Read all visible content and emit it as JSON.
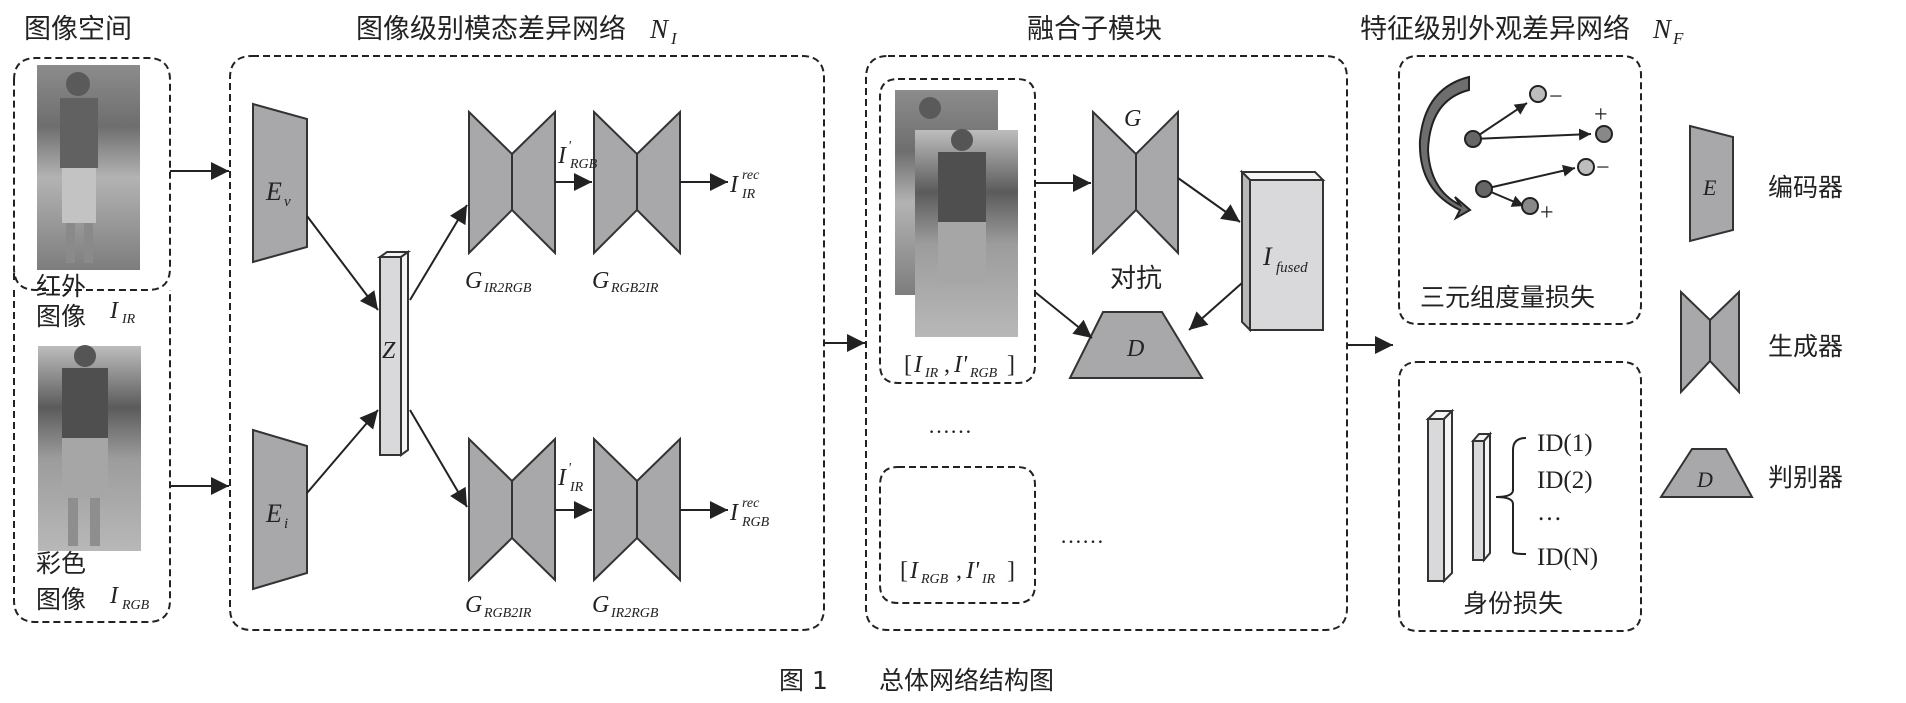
{
  "sections": {
    "image_space": {
      "title": "图像空间"
    },
    "image_level": {
      "title": "图像级别模态差异网络",
      "symbol": "N",
      "symbol_sub": "I"
    },
    "fusion": {
      "title": "融合子模块"
    },
    "feature_level": {
      "title": "特征级别外观差异网络",
      "symbol": "N",
      "symbol_sub": "F"
    }
  },
  "inputs": [
    {
      "label_line1": "红外",
      "label_line2": "图像",
      "symbol": "I",
      "symbol_sub": "IR",
      "image": "infrared-person-photo"
    },
    {
      "label_line1": "彩色",
      "label_line2": "图像",
      "symbol": "I",
      "symbol_sub": "RGB",
      "image": "color-person-photo"
    }
  ],
  "encoders": [
    {
      "symbol": "E",
      "sub": "v"
    },
    {
      "symbol": "E",
      "sub": "i"
    }
  ],
  "latent": {
    "symbol": "Z"
  },
  "generators_top": [
    {
      "symbol": "G",
      "sub": "IR2RGB"
    },
    {
      "symbol": "G",
      "sub": "RGB2IR"
    }
  ],
  "generators_bottom": [
    {
      "symbol": "G",
      "sub": "RGB2IR"
    },
    {
      "symbol": "G",
      "sub": "IR2RGB"
    }
  ],
  "intermediate": {
    "top": {
      "symbol": "I",
      "sub": "RGB",
      "prime": "'"
    },
    "bottom": {
      "symbol": "I",
      "sub": "IR",
      "prime": "'"
    }
  },
  "reconstructions": {
    "top": {
      "symbol": "I",
      "sup": "rec",
      "sub": "IR"
    },
    "bottom": {
      "symbol": "I",
      "sup": "rec",
      "sub": "RGB"
    }
  },
  "fusion_module": {
    "pair1": "[I_IR , I'_RGB]",
    "pair1_parts": {
      "a": "I",
      "a_sub": "IR",
      "b": "I'",
      "b_sub": "RGB"
    },
    "pair2_parts": {
      "a": "I",
      "a_sub": "RGB",
      "b": "I'",
      "b_sub": "IR"
    },
    "ellipsis": "……",
    "generator": "G",
    "discriminator": "D",
    "adversarial": "对抗",
    "fused": {
      "symbol": "I",
      "sub": "fused"
    }
  },
  "triplet": {
    "title": "三元组度量损失",
    "signs": [
      "−",
      "+",
      "−",
      "+"
    ]
  },
  "identity": {
    "title": "身份损失",
    "ids": [
      "ID(1)",
      "ID(2)",
      "…",
      "ID(N)"
    ]
  },
  "legend": [
    {
      "symbol": "E",
      "label": "编码器",
      "shape": "encoder-trapezoid"
    },
    {
      "symbol": "",
      "label": "生成器",
      "shape": "generator-hourglass"
    },
    {
      "symbol": "D",
      "label": "判别器",
      "shape": "discriminator-trapezoid"
    }
  ],
  "caption": {
    "number": "图 1",
    "text": "总体网络结构图"
  },
  "colors": {
    "shape_fill": "#a8a8ab",
    "bar_fill": "#d9d9db",
    "stroke": "#222222"
  }
}
